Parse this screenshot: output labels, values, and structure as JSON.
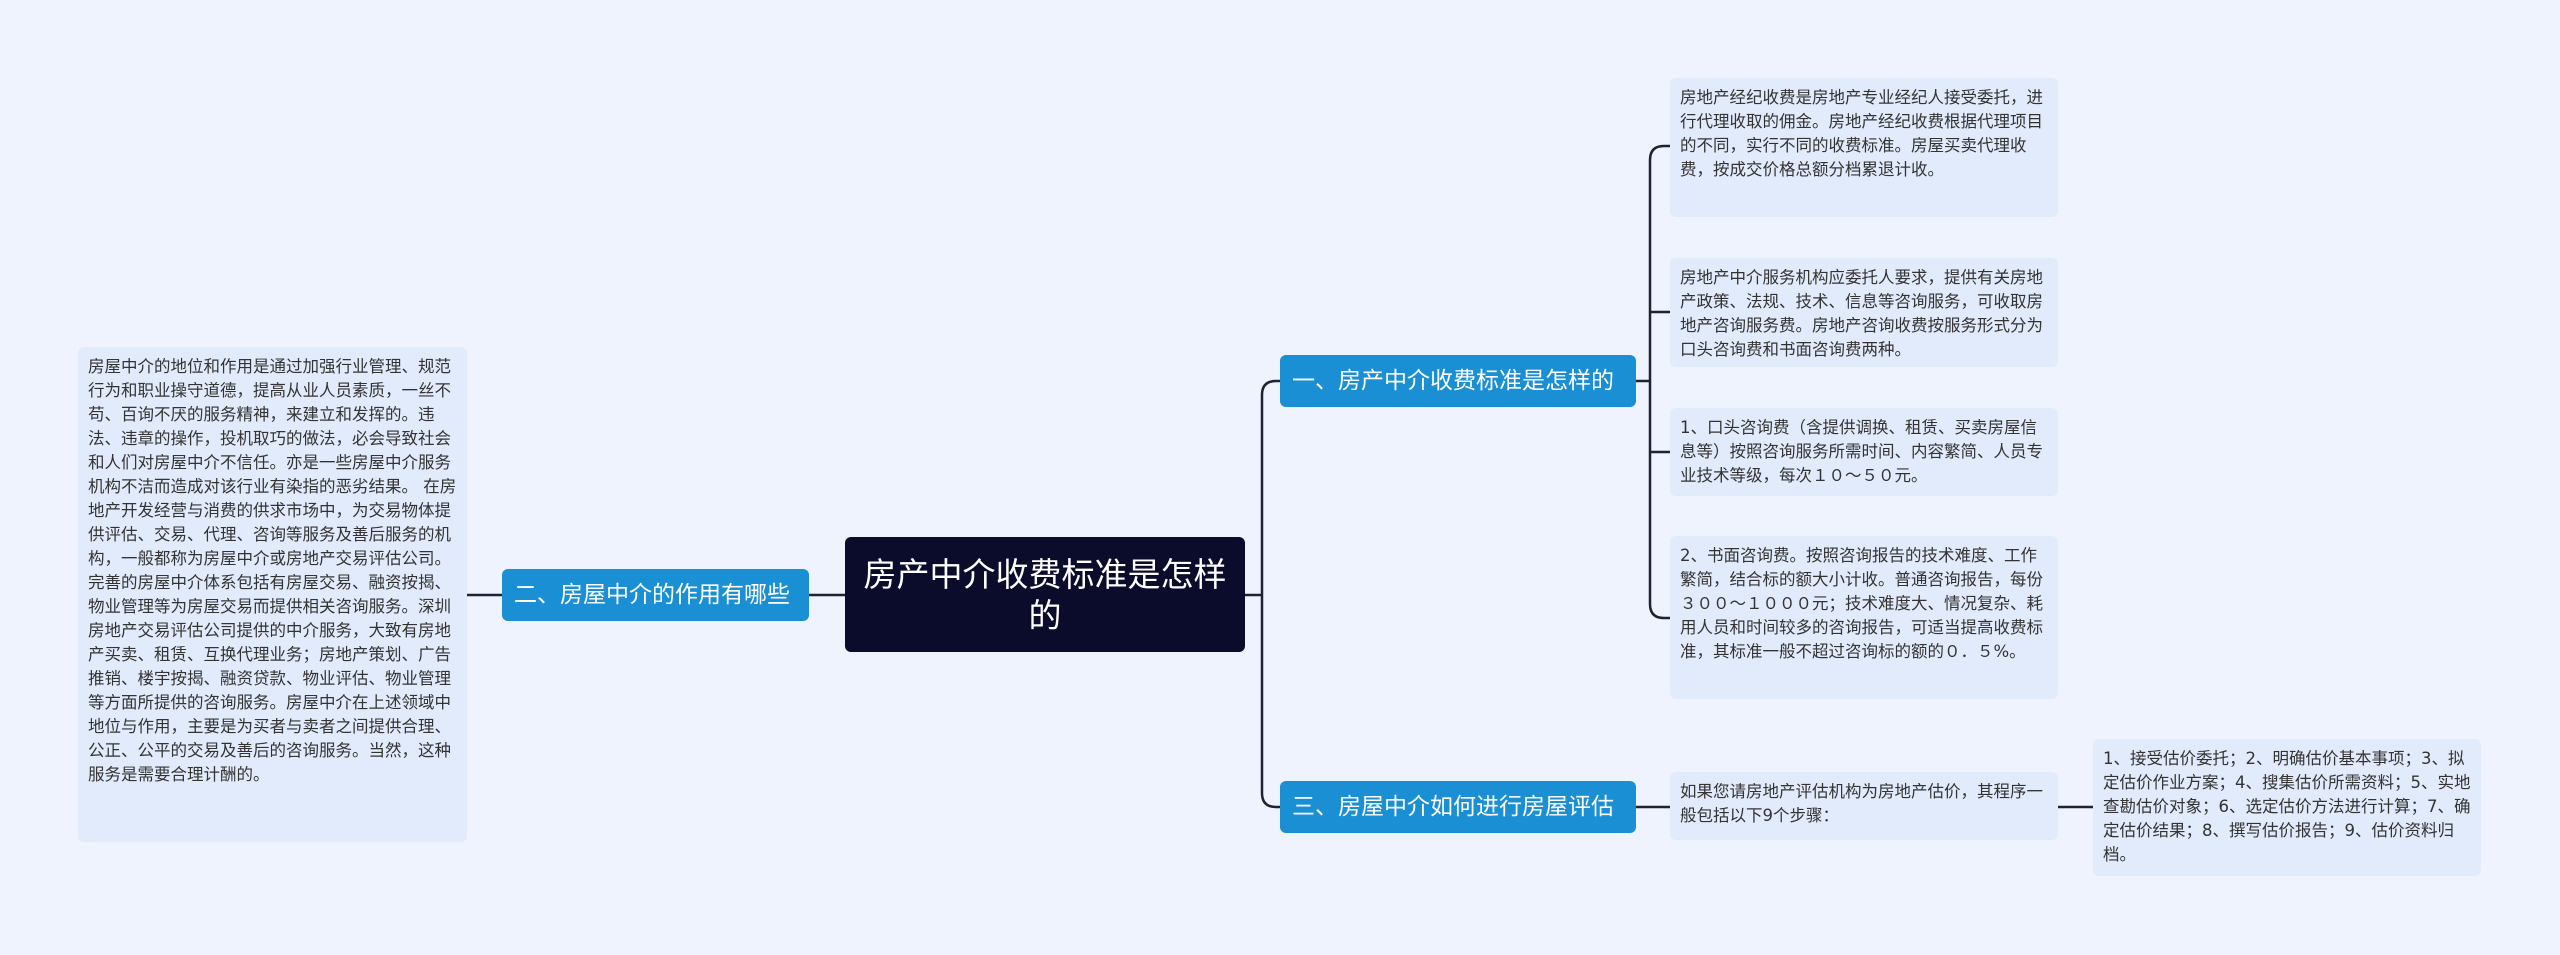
{
  "root": {
    "title": "房产中介收费标准是怎样的"
  },
  "branches": [
    {
      "label": "一、房产中介收费标准是怎样的"
    },
    {
      "label": "二、房屋中介的作用有哪些"
    },
    {
      "label": "三、房屋中介如何进行房屋评估"
    }
  ],
  "leaves": [
    {
      "text": "房地产经纪收费是房地产专业经纪人接受委托，进行代理收取的佣金。房地产经纪收费根据代理项目的不同，实行不同的收费标准。房屋买卖代理收费，按成交价格总额分档累退计收。"
    },
    {
      "text": "房地产中介服务机构应委托人要求，提供有关房地产政策、法规、技术、信息等咨询服务，可收取房地产咨询服务费。房地产咨询收费按服务形式分为口头咨询费和书面咨询费两种。"
    },
    {
      "text": " 1、口头咨询费（含提供调换、租赁、买卖房屋信息等）按照咨询服务所需时间、内容繁简、人员专业技术等级，每次１０～５０元。"
    },
    {
      "text": " 2、书面咨询费。按照咨询报告的技术难度、工作繁简，结合标的额大小计收。普通咨询报告，每份３００～１０００元；技术难度大、情况复杂、耗用人员和时间较多的咨询报告，可适当提高收费标准，其标准一般不超过咨询标的额的０．５%。"
    },
    {
      "text": "房屋中介的地位和作用是通过加强行业管理、规范行为和职业操守道德，提高从业人员素质，一丝不苟、百询不厌的服务精神，来建立和发挥的。违法、违章的操作，投机取巧的做法，必会导致社会和人们对房屋中介不信任。亦是一些房屋中介服务机构不洁而造成对该行业有染指的恶劣结果。 在房地产开发经营与消费的供求市场中，为交易物体提供评估、交易、代理、咨询等服务及善后服务的机构，一般都称为房屋中介或房地产交易评估公司。完善的房屋中介体系包括有房屋交易、融资按揭、物业管理等为房屋交易而提供相关咨询服务。深圳房地产交易评估公司提供的中介服务，大致有房地产买卖、租赁、互换代理业务；房地产策划、广告推销、楼宇按揭、融资贷款、物业评估、物业管理等方面所提供的咨询服务。房屋中介在上述领域中地位与作用，主要是为买者与卖者之间提供合理、公正、公平的交易及善后的咨询服务。当然，这种服务是需要合理计酬的。"
    },
    {
      "text": "如果您请房地产评估机构为房地产估价，其程序一般包括以下9个步骤："
    },
    {
      "text": "1、接受估价委托；2、明确估价基本事项；3、拟定估价作业方案；4、搜集估价所需资料；5、实地查勘估价对象；6、选定估价方法进行计算；7、确定估价结果；8、撰写估价报告；9、估价资料归档。"
    }
  ],
  "colors": {
    "background": "#eef3fd",
    "root": "#0b0b2c",
    "branch": "#1a8fd3",
    "leaf": "#e2ebfb",
    "connector": "#1f2233"
  }
}
